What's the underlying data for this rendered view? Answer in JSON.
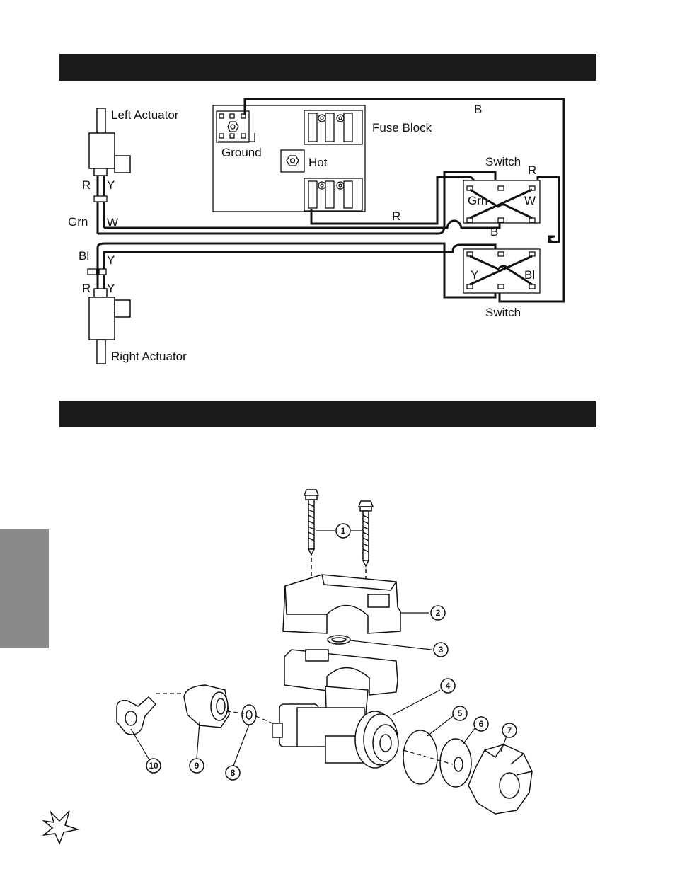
{
  "wiring": {
    "labels": {
      "left_actuator": "Left Actuator",
      "right_actuator": "Right Actuator",
      "fuse_block": "Fuse Block",
      "ground": "Ground",
      "hot": "Hot",
      "switch_top": "Switch",
      "switch_bottom": "Switch"
    },
    "wire_codes": {
      "b_top": "B",
      "r_top": "R",
      "r_mid": "R",
      "r_left_upper": "R",
      "y_left_upper": "Y",
      "grn_left": "Grn",
      "w_left": "W",
      "bl_left": "Bl",
      "y_left_mid": "Y",
      "r_left_lower": "R",
      "y_left_lower": "Y",
      "grn_switch": "Grn",
      "w_switch": "W",
      "b_switch": "B",
      "y_switch": "Y",
      "bl_switch": "Bl"
    }
  },
  "exploded": {
    "callouts": [
      "1",
      "2",
      "3",
      "4",
      "5",
      "6",
      "7",
      "8",
      "9",
      "10"
    ]
  }
}
